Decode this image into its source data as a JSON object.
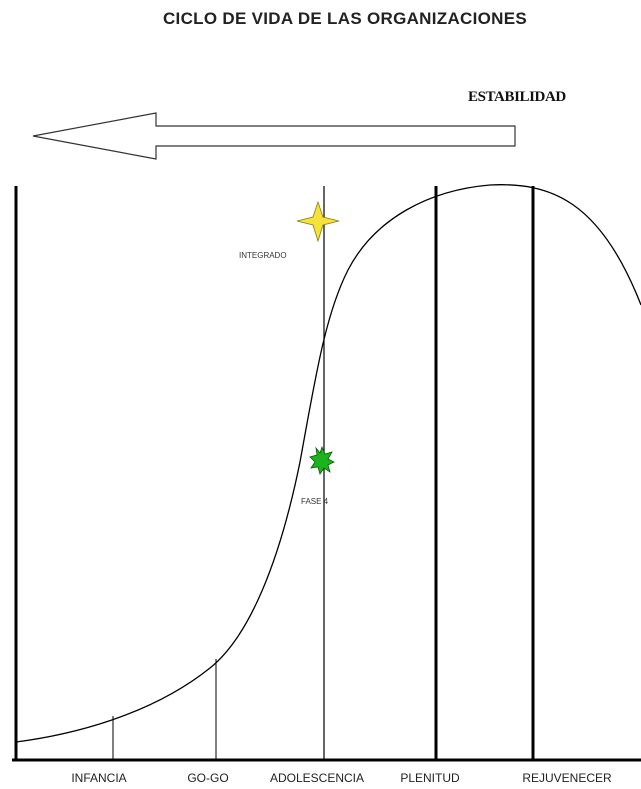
{
  "title": "CICLO DE VIDA DE LAS ORGANIZACIONES",
  "arrow_label": "ESTABILIDAD",
  "markers": {
    "top": {
      "label": "INTEGRADO",
      "color": "#f5e33b"
    },
    "bottom": {
      "label": "FASE 4",
      "color": "#1db31d"
    }
  },
  "stages": [
    "INFANCIA",
    "GO-GO",
    "ADOLESCENCIA",
    "PLENITUD",
    "REJUVENECER"
  ],
  "colors": {
    "line": "#000000",
    "arrow_fill": "#ffffff"
  }
}
